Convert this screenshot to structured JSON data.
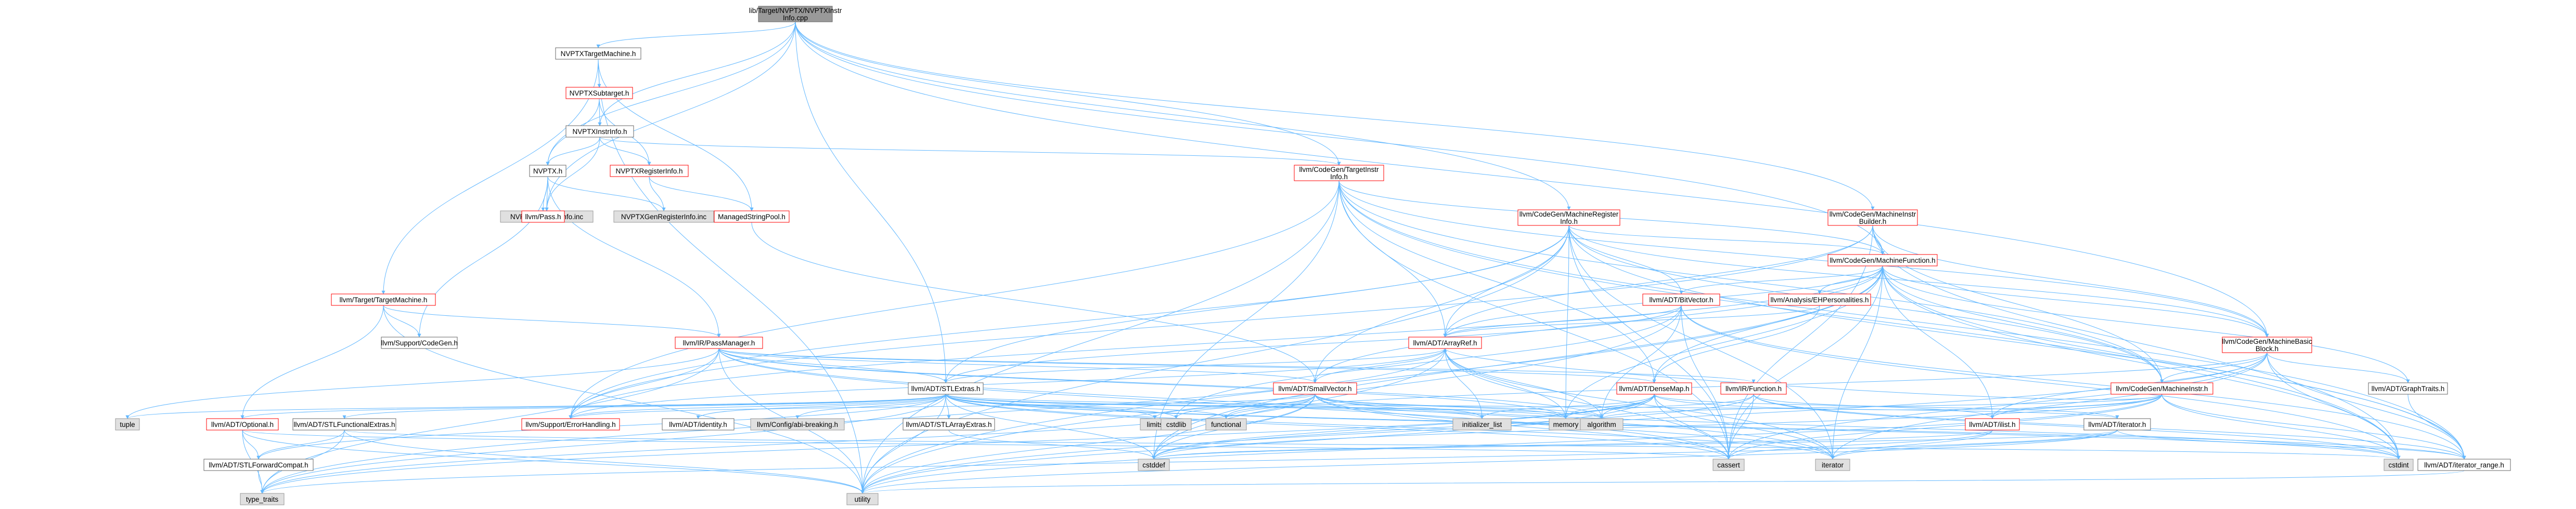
{
  "colors": {
    "root_fill": "#999999",
    "root_stroke": "#666666",
    "link_fill": "#ffffff",
    "link_stroke": "#ff0000",
    "plain_fill": "#ffffff",
    "plain_stroke": "#666666",
    "system_fill": "#e0e0e0",
    "system_stroke": "#999999",
    "edge": "#63b8ff"
  },
  "nodes": [
    {
      "id": "root",
      "lines": [
        "lib/Target/NVPTX/NVPTXInstr",
        "Info.cpp"
      ],
      "style": "root"
    },
    {
      "id": "tm",
      "lines": [
        "NVPTXTargetMachine.h"
      ],
      "style": "plain"
    },
    {
      "id": "sub",
      "lines": [
        "NVPTXSubtarget.h"
      ],
      "style": "link"
    },
    {
      "id": "ii",
      "lines": [
        "NVPTXInstrInfo.h"
      ],
      "style": "plain"
    },
    {
      "id": "nvptx",
      "lines": [
        "NVPTX.h"
      ],
      "style": "plain"
    },
    {
      "id": "reginfo",
      "lines": [
        "NVPTXRegisterInfo.h"
      ],
      "style": "link"
    },
    {
      "id": "geninstr",
      "lines": [
        "NVPTXGenInstrInfo.inc"
      ],
      "style": "system"
    },
    {
      "id": "pass",
      "lines": [
        "llvm/Pass.h"
      ],
      "style": "link"
    },
    {
      "id": "genreg",
      "lines": [
        "NVPTXGenRegisterInfo.inc"
      ],
      "style": "system"
    },
    {
      "id": "msp",
      "lines": [
        "ManagedStringPool.h"
      ],
      "style": "link"
    },
    {
      "id": "cgti",
      "lines": [
        "llvm/CodeGen/TargetInstr",
        "Info.h"
      ],
      "style": "link"
    },
    {
      "id": "cgmri",
      "lines": [
        "llvm/CodeGen/MachineRegister",
        "Info.h"
      ],
      "style": "link"
    },
    {
      "id": "cgmib",
      "lines": [
        "llvm/CodeGen/MachineInstr",
        "Builder.h"
      ],
      "style": "link"
    },
    {
      "id": "cgmf",
      "lines": [
        "llvm/CodeGen/MachineFunction.h"
      ],
      "style": "link"
    },
    {
      "id": "ttm",
      "lines": [
        "llvm/Target/TargetMachine.h"
      ],
      "style": "link"
    },
    {
      "id": "supcg",
      "lines": [
        "llvm/Support/CodeGen.h"
      ],
      "style": "plain"
    },
    {
      "id": "irpm",
      "lines": [
        "llvm/IR/PassManager.h"
      ],
      "style": "link"
    },
    {
      "id": "bitvec",
      "lines": [
        "llvm/ADT/BitVector.h"
      ],
      "style": "link"
    },
    {
      "id": "ehp",
      "lines": [
        "llvm/Analysis/EHPersonalities.h"
      ],
      "style": "link"
    },
    {
      "id": "arrayref",
      "lines": [
        "llvm/ADT/ArrayRef.h"
      ],
      "style": "link"
    },
    {
      "id": "cgmbb",
      "lines": [
        "llvm/CodeGen/MachineBasic",
        "Block.h"
      ],
      "style": "link"
    },
    {
      "id": "stlextras",
      "lines": [
        "llvm/ADT/STLExtras.h"
      ],
      "style": "plain"
    },
    {
      "id": "smallvec",
      "lines": [
        "llvm/ADT/SmallVector.h"
      ],
      "style": "link"
    },
    {
      "id": "densemap",
      "lines": [
        "llvm/ADT/DenseMap.h"
      ],
      "style": "link"
    },
    {
      "id": "irfunc",
      "lines": [
        "llvm/IR/Function.h"
      ],
      "style": "link"
    },
    {
      "id": "cgmi",
      "lines": [
        "llvm/CodeGen/MachineInstr.h"
      ],
      "style": "link"
    },
    {
      "id": "graphtraits",
      "lines": [
        "llvm/ADT/GraphTraits.h"
      ],
      "style": "plain"
    },
    {
      "id": "tuple",
      "lines": [
        "tuple"
      ],
      "style": "system"
    },
    {
      "id": "optional",
      "lines": [
        "llvm/ADT/Optional.h"
      ],
      "style": "link"
    },
    {
      "id": "stlfe",
      "lines": [
        "llvm/ADT/STLFunctionalExtras.h"
      ],
      "style": "plain"
    },
    {
      "id": "errh",
      "lines": [
        "llvm/Support/ErrorHandling.h"
      ],
      "style": "link"
    },
    {
      "id": "identity",
      "lines": [
        "llvm/ADT/identity.h"
      ],
      "style": "plain"
    },
    {
      "id": "cfgabi",
      "lines": [
        "llvm/Config/abi-breaking.h"
      ],
      "style": "system"
    },
    {
      "id": "stlae",
      "lines": [
        "llvm/ADT/STLArrayExtras.h"
      ],
      "style": "plain"
    },
    {
      "id": "limits",
      "lines": [
        "limits"
      ],
      "style": "system"
    },
    {
      "id": "cstdlib",
      "lines": [
        "cstdlib"
      ],
      "style": "system"
    },
    {
      "id": "functional",
      "lines": [
        "functional"
      ],
      "style": "system"
    },
    {
      "id": "initlist",
      "lines": [
        "initializer_list"
      ],
      "style": "system"
    },
    {
      "id": "memory",
      "lines": [
        "memory"
      ],
      "style": "system"
    },
    {
      "id": "algorithm",
      "lines": [
        "algorithm"
      ],
      "style": "system"
    },
    {
      "id": "ilist",
      "lines": [
        "llvm/ADT/ilist.h"
      ],
      "style": "link"
    },
    {
      "id": "adtiter",
      "lines": [
        "llvm/ADT/iterator.h"
      ],
      "style": "plain"
    },
    {
      "id": "stlfc",
      "lines": [
        "llvm/ADT/STLForwardCompat.h"
      ],
      "style": "plain"
    },
    {
      "id": "cstddef",
      "lines": [
        "cstddef"
      ],
      "style": "system"
    },
    {
      "id": "cassert",
      "lines": [
        "cassert"
      ],
      "style": "system"
    },
    {
      "id": "iterator",
      "lines": [
        "iterator"
      ],
      "style": "system"
    },
    {
      "id": "cstdint",
      "lines": [
        "cstdint"
      ],
      "style": "system"
    },
    {
      "id": "iterrange",
      "lines": [
        "llvm/ADT/iterator_range.h"
      ],
      "style": "plain"
    },
    {
      "id": "typetraits",
      "lines": [
        "type_traits"
      ],
      "style": "system"
    },
    {
      "id": "utility",
      "lines": [
        "utility"
      ],
      "style": "system"
    }
  ],
  "edges": [
    [
      "root",
      "tm"
    ],
    [
      "root",
      "ii"
    ],
    [
      "root",
      "nvptx"
    ],
    [
      "root",
      "geninstr"
    ],
    [
      "root",
      "cgmib"
    ],
    [
      "root",
      "cgmf"
    ],
    [
      "root",
      "stlextras"
    ],
    [
      "root",
      "cgmri"
    ],
    [
      "root",
      "cgti"
    ],
    [
      "root",
      "cgmbb"
    ],
    [
      "tm",
      "sub"
    ],
    [
      "tm",
      "msp"
    ],
    [
      "tm",
      "ttm"
    ],
    [
      "tm",
      "utility"
    ],
    [
      "sub",
      "ii"
    ],
    [
      "sub",
      "reginfo"
    ],
    [
      "sub",
      "nvptx"
    ],
    [
      "ii",
      "nvptx"
    ],
    [
      "ii",
      "reginfo"
    ],
    [
      "ii",
      "geninstr"
    ],
    [
      "ii",
      "cgti"
    ],
    [
      "nvptx",
      "pass"
    ],
    [
      "nvptx",
      "geninstr"
    ],
    [
      "nvptx",
      "genreg"
    ],
    [
      "nvptx",
      "supcg"
    ],
    [
      "nvptx",
      "irpm"
    ],
    [
      "reginfo",
      "msp"
    ],
    [
      "reginfo",
      "genreg"
    ],
    [
      "msp",
      "smallvec"
    ],
    [
      "cgti",
      "arrayref"
    ],
    [
      "cgti",
      "densemap"
    ],
    [
      "cgti",
      "cgmbb"
    ],
    [
      "cgti",
      "cgmf"
    ],
    [
      "cgti",
      "cgmi"
    ],
    [
      "cgti",
      "errh"
    ],
    [
      "cgti",
      "cstdint"
    ],
    [
      "cgti",
      "utility"
    ],
    [
      "cgti",
      "cassert"
    ],
    [
      "cgti",
      "cstddef"
    ],
    [
      "cgti",
      "iterrange"
    ],
    [
      "cgmri",
      "bitvec"
    ],
    [
      "cgmri",
      "arrayref"
    ],
    [
      "cgmri",
      "stlextras"
    ],
    [
      "cgmri",
      "smallvec"
    ],
    [
      "cgmri",
      "cgmf"
    ],
    [
      "cgmri",
      "cgmbb"
    ],
    [
      "cgmri",
      "cgmi"
    ],
    [
      "cgmri",
      "memory"
    ],
    [
      "cgmri",
      "iterator"
    ],
    [
      "cgmri",
      "utility"
    ],
    [
      "cgmri",
      "cassert"
    ],
    [
      "cgmri",
      "errh"
    ],
    [
      "cgmri",
      "iterrange"
    ],
    [
      "cgmib",
      "arrayref"
    ],
    [
      "cgmib",
      "cgmbb"
    ],
    [
      "cgmib",
      "cgmf"
    ],
    [
      "cgmib",
      "cgmi"
    ],
    [
      "cgmib",
      "errh"
    ],
    [
      "cgmib",
      "cassert"
    ],
    [
      "cgmib",
      "cstdint"
    ],
    [
      "cgmf",
      "arrayref"
    ],
    [
      "cgmf",
      "bitvec"
    ],
    [
      "cgmf",
      "densemap"
    ],
    [
      "cgmf",
      "smallvec"
    ],
    [
      "cgmf",
      "ilist"
    ],
    [
      "cgmf",
      "iterator"
    ],
    [
      "cgmf",
      "ehp"
    ],
    [
      "cgmf",
      "cgmbb"
    ],
    [
      "cgmf",
      "cgmi"
    ],
    [
      "cgmf",
      "graphtraits"
    ],
    [
      "cgmf",
      "errh"
    ],
    [
      "cgmf",
      "cassert"
    ],
    [
      "cgmf",
      "cstdint"
    ],
    [
      "cgmf",
      "memory"
    ],
    [
      "cgmf",
      "utility"
    ],
    [
      "cgmf",
      "iterrange"
    ],
    [
      "cgmf",
      "cstddef"
    ],
    [
      "ttm",
      "supcg"
    ],
    [
      "ttm",
      "irpm"
    ],
    [
      "ttm",
      "optional"
    ],
    [
      "ttm",
      "utility"
    ],
    [
      "irpm",
      "densemap"
    ],
    [
      "irpm",
      "smallvec"
    ],
    [
      "irpm",
      "stlextras"
    ],
    [
      "irpm",
      "tuple"
    ],
    [
      "irpm",
      "irfunc"
    ],
    [
      "irpm",
      "algorithm"
    ],
    [
      "irpm",
      "cassert"
    ],
    [
      "irpm",
      "cstring_placeholder_skip"
    ],
    [
      "irpm",
      "iterator"
    ],
    [
      "irpm",
      "list_skip"
    ],
    [
      "irpm",
      "memory"
    ],
    [
      "irpm",
      "type_traits_skip"
    ],
    [
      "irpm",
      "utility"
    ],
    [
      "irpm",
      "typetraits"
    ],
    [
      "irpm",
      "errh"
    ],
    [
      "bitvec",
      "arrayref"
    ],
    [
      "bitvec",
      "stlextras"
    ],
    [
      "bitvec",
      "iterrange"
    ],
    [
      "bitvec",
      "algorithm"
    ],
    [
      "bitvec",
      "cassert"
    ],
    [
      "bitvec",
      "climits_skip"
    ],
    [
      "bitvec",
      "cstdint"
    ],
    [
      "bitvec",
      "cstdlib"
    ],
    [
      "bitvec",
      "utility"
    ],
    [
      "ehp",
      "densemap"
    ],
    [
      "ehp",
      "arrayref"
    ],
    [
      "arrayref",
      "smallvec"
    ],
    [
      "arrayref",
      "stlextras"
    ],
    [
      "arrayref",
      "algorithm"
    ],
    [
      "arrayref",
      "array_skip"
    ],
    [
      "arrayref",
      "cassert"
    ],
    [
      "arrayref",
      "cstddef"
    ],
    [
      "arrayref",
      "initlist"
    ],
    [
      "arrayref",
      "iterator"
    ],
    [
      "arrayref",
      "memory"
    ],
    [
      "arrayref",
      "typetraits"
    ],
    [
      "arrayref",
      "errh"
    ],
    [
      "cgmbb",
      "graphtraits"
    ],
    [
      "cgmbb",
      "ilist"
    ],
    [
      "cgmbb",
      "iterrange"
    ],
    [
      "cgmbb",
      "cgmi"
    ],
    [
      "cgmbb",
      "cassert"
    ],
    [
      "cgmbb",
      "cstdint"
    ],
    [
      "cgmbb",
      "iterator"
    ],
    [
      "cgmbb",
      "utility"
    ],
    [
      "cgmbb",
      "functional"
    ],
    [
      "stlextras",
      "stlfe"
    ],
    [
      "stlextras",
      "stlfc"
    ],
    [
      "stlextras",
      "stlae"
    ],
    [
      "stlextras",
      "adtiter"
    ],
    [
      "stlextras",
      "iterrange"
    ],
    [
      "stlextras",
      "identity"
    ],
    [
      "stlextras",
      "cfgabi"
    ],
    [
      "stlextras",
      "errh"
    ],
    [
      "stlextras",
      "algorithm"
    ],
    [
      "stlextras",
      "cassert"
    ],
    [
      "stlextras",
      "cstddef"
    ],
    [
      "stlextras",
      "cstdint"
    ],
    [
      "stlextras",
      "cstdlib"
    ],
    [
      "stlextras",
      "functional"
    ],
    [
      "stlextras",
      "initlist"
    ],
    [
      "stlextras",
      "iterator"
    ],
    [
      "stlextras",
      "limits"
    ],
    [
      "stlextras",
      "memory"
    ],
    [
      "stlextras",
      "optional"
    ],
    [
      "stlextras",
      "tuple"
    ],
    [
      "stlextras",
      "typetraits"
    ],
    [
      "stlextras",
      "utility"
    ],
    [
      "smallvec",
      "errh"
    ],
    [
      "smallvec",
      "algorithm"
    ],
    [
      "smallvec",
      "cassert"
    ],
    [
      "smallvec",
      "cstddef"
    ],
    [
      "smallvec",
      "cstdlib"
    ],
    [
      "smallvec",
      "cstdint"
    ],
    [
      "smallvec",
      "functional"
    ],
    [
      "smallvec",
      "initlist"
    ],
    [
      "smallvec",
      "iterator"
    ],
    [
      "smallvec",
      "limits"
    ],
    [
      "smallvec",
      "memory"
    ],
    [
      "smallvec",
      "typetraits"
    ],
    [
      "smallvec",
      "utility"
    ],
    [
      "densemap",
      "adtiter"
    ],
    [
      "densemap",
      "algorithm"
    ],
    [
      "densemap",
      "cassert"
    ],
    [
      "densemap",
      "cstddef"
    ],
    [
      "densemap",
      "initlist"
    ],
    [
      "densemap",
      "iterator"
    ],
    [
      "densemap",
      "typetraits"
    ],
    [
      "densemap",
      "utility"
    ],
    [
      "densemap",
      "memory"
    ],
    [
      "irfunc",
      "ilist"
    ],
    [
      "irfunc",
      "iterrange"
    ],
    [
      "irfunc",
      "cassert"
    ],
    [
      "irfunc",
      "cstddef"
    ],
    [
      "irfunc",
      "cstdint"
    ],
    [
      "irfunc",
      "memory"
    ],
    [
      "cgmi",
      "arrayref"
    ],
    [
      "cgmi",
      "densemap"
    ],
    [
      "cgmi",
      "ilist"
    ],
    [
      "cgmi",
      "iterrange"
    ],
    [
      "cgmi",
      "algorithm"
    ],
    [
      "cgmi",
      "cassert"
    ],
    [
      "cgmi",
      "cstddef"
    ],
    [
      "cgmi",
      "cstdint"
    ],
    [
      "cgmi",
      "utility"
    ],
    [
      "graphtraits",
      "iterrange"
    ],
    [
      "optional",
      "stlfc"
    ],
    [
      "optional",
      "cassert"
    ],
    [
      "optional",
      "cstring_skip"
    ],
    [
      "optional",
      "new_skip"
    ],
    [
      "optional",
      "utility"
    ],
    [
      "optional",
      "typetraits"
    ],
    [
      "stlfe",
      "stlfc"
    ],
    [
      "stlfe",
      "cstdint"
    ],
    [
      "stlfe",
      "typetraits"
    ],
    [
      "stlfe",
      "utility"
    ],
    [
      "stlae",
      "cstddef"
    ],
    [
      "ilist",
      "iterator"
    ],
    [
      "ilist",
      "cassert"
    ],
    [
      "ilist",
      "cstddef"
    ],
    [
      "adtiter",
      "iterrange"
    ],
    [
      "adtiter",
      "cstddef"
    ],
    [
      "adtiter",
      "iterator"
    ],
    [
      "adtiter",
      "typetraits"
    ],
    [
      "adtiter",
      "utility"
    ],
    [
      "stlfc",
      "typetraits"
    ],
    [
      "iterrange",
      "utility"
    ]
  ]
}
